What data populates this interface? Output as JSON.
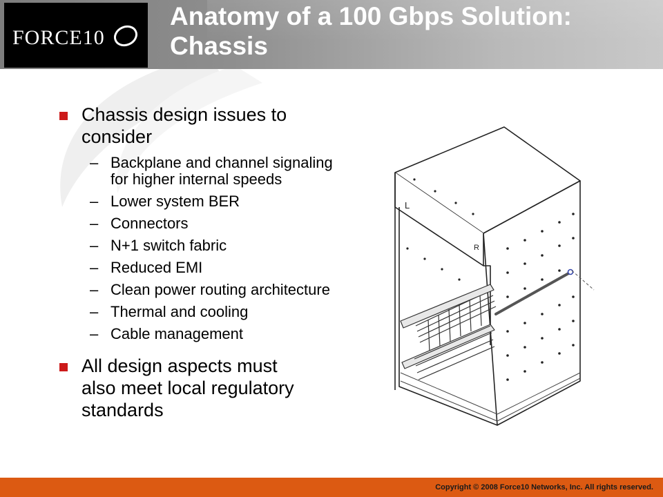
{
  "header": {
    "title_line1": "Anatomy of a 100 Gbps Solution:",
    "title_line2": "Chassis",
    "logo_text": "FORCE10"
  },
  "bullets": [
    {
      "text_line1": "Chassis design issues to",
      "text_line2": "consider",
      "subitems": [
        "Backplane and channel signaling for higher internal speeds",
        "Lower system BER",
        "Connectors",
        "N+1 switch fabric",
        "Reduced EMI",
        "Clean power routing architecture",
        "Thermal and cooling",
        "Cable management"
      ]
    },
    {
      "text_line1": "All design aspects must",
      "text_line2": "also meet local regulatory",
      "text_line3": "standards"
    }
  ],
  "chassis_labels": {
    "left": "L",
    "right": "R"
  },
  "footer": {
    "copyright": "Copyright © 2008 Force10 Networks, Inc. All rights reserved."
  },
  "colors": {
    "footer": "#dc5a12",
    "bullet": "#cc1a1a",
    "header": "#8e8e8e"
  }
}
